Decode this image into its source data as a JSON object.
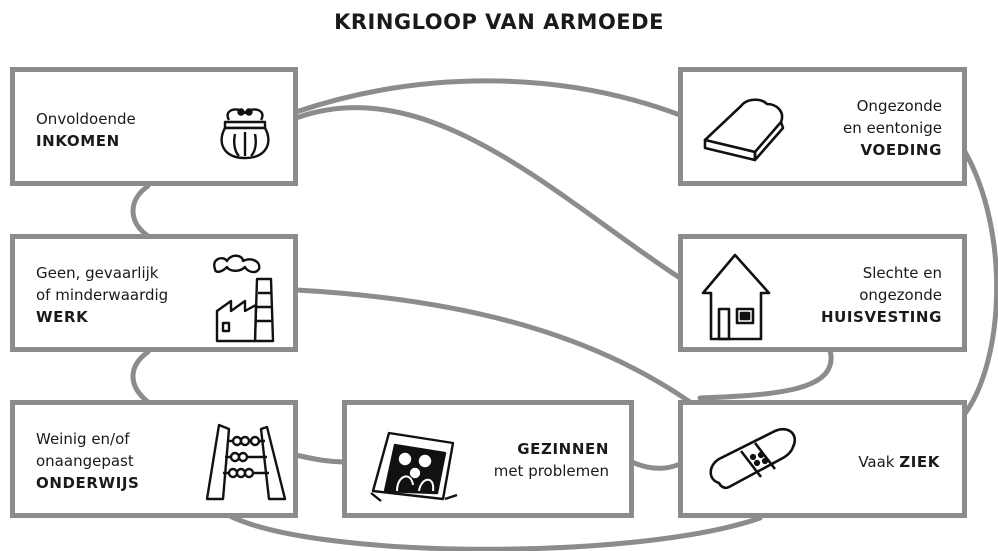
{
  "title": "KRINGLOOP VAN ARMOEDE",
  "boxes": {
    "inkomen": {
      "line1": "Onvoldoende",
      "strong": "INKOMEN",
      "icon": "purse-icon"
    },
    "werk": {
      "line1": "Geen, gevaarlijk",
      "line2": "of minderwaardig",
      "strong": "WERK",
      "icon": "factory-icon"
    },
    "onderwijs": {
      "line1": "Weinig en/of",
      "line2": "onaangepast",
      "strong": "ONDERWIJS",
      "icon": "abacus-icon"
    },
    "gezinnen": {
      "strong": "GEZINNEN",
      "line2": "met problemen",
      "icon": "family-photo-icon"
    },
    "ziek": {
      "prefix": "Vaak",
      "strong": "ZIEK",
      "icon": "bandage-icon"
    },
    "huisvesting": {
      "line1": "Slechte en",
      "line2": "ongezonde",
      "strong": "HUISVESTING",
      "icon": "house-icon"
    },
    "voeding": {
      "line1": "Ongezonde",
      "line2": "en eentonige",
      "strong": "VOEDING",
      "icon": "bread-icon"
    }
  },
  "colors": {
    "border": "#8c8c8c",
    "text": "#1a1a1a",
    "background": "#ffffff"
  }
}
